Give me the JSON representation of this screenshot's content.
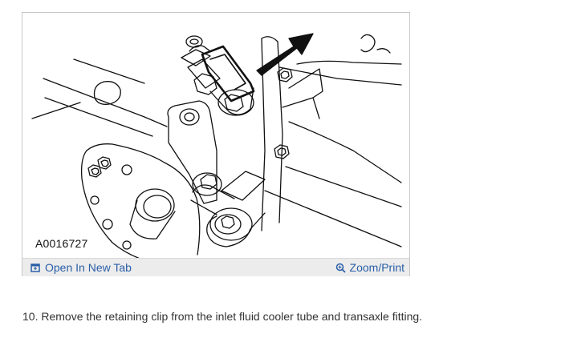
{
  "figure": {
    "id_label": "A0016727",
    "open_tab_label": "Open In New Tab",
    "zoom_print_label": "Zoom/Print",
    "icons": {
      "open_tab": "open-in-new-tab-icon",
      "zoom": "magnifier-zoom-icon"
    },
    "link_color": "#2a5fa8",
    "toolbar_color": "#ececec"
  },
  "instruction": {
    "text": "10. Remove the retaining clip from the inlet fluid cooler tube and transaxle fitting."
  }
}
